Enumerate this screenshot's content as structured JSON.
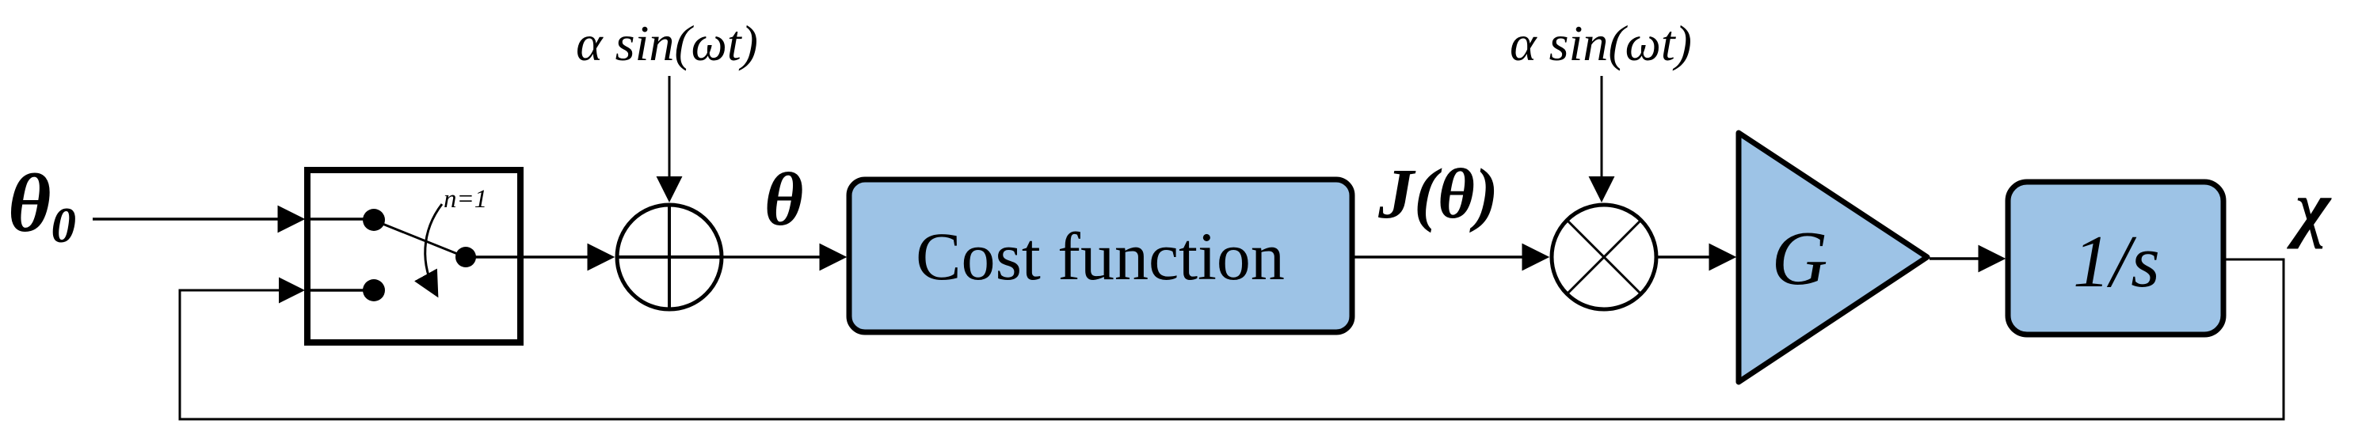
{
  "labels": {
    "input": {
      "base": "θ",
      "subscript": "0"
    },
    "perturbation_left": "α sin(ωt)",
    "perturbation_right": "α sin(ωt)",
    "switch_mode": "n=1",
    "theta": "θ",
    "cost_function": "Cost function",
    "cost_output": "J(θ)",
    "gain": "G",
    "integrator": "1/s",
    "output": "χ"
  },
  "colors": {
    "block_fill": "#9DC3E6",
    "block_stroke": "#000000",
    "line": "#000000",
    "background": "#FFFFFF"
  }
}
